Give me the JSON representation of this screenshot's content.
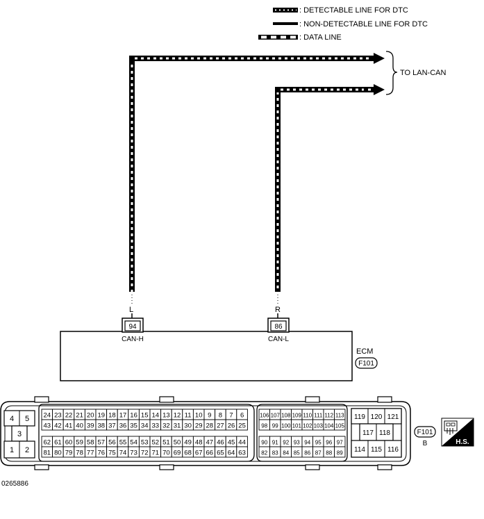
{
  "legend": {
    "detectable_label": ": DETECTABLE LINE FOR DTC",
    "non_detectable_label": ": NON-DETECTABLE LINE FOR DTC",
    "data_line_label": ": DATA LINE"
  },
  "wires": {
    "left_color": "L",
    "right_color": "R",
    "to_lan_can": "TO LAN-CAN"
  },
  "ecm": {
    "title": "ECM",
    "connector_id": "F101",
    "pin_left": "94",
    "pin_left_name": "CAN-H",
    "pin_right": "86",
    "pin_right_name": "CAN-L"
  },
  "connector_face": {
    "group_a": {
      "row1": [
        "24",
        "23",
        "22",
        "21",
        "20",
        "19",
        "18",
        "17",
        "16",
        "15",
        "14",
        "13",
        "12",
        "11",
        "10",
        "9",
        "8",
        "7",
        "6"
      ],
      "row2": [
        "43",
        "42",
        "41",
        "40",
        "39",
        "38",
        "37",
        "36",
        "35",
        "34",
        "33",
        "32",
        "31",
        "30",
        "29",
        "28",
        "27",
        "26",
        "25"
      ],
      "row3": [
        "62",
        "61",
        "60",
        "59",
        "58",
        "57",
        "56",
        "55",
        "54",
        "53",
        "52",
        "51",
        "50",
        "49",
        "48",
        "47",
        "46",
        "45",
        "44"
      ],
      "row4": [
        "81",
        "80",
        "79",
        "78",
        "77",
        "76",
        "75",
        "74",
        "73",
        "72",
        "71",
        "70",
        "69",
        "68",
        "67",
        "66",
        "65",
        "64",
        "63"
      ]
    },
    "group_b": {
      "row1": [
        "106",
        "107",
        "108",
        "109",
        "110",
        "111",
        "112",
        "113"
      ],
      "row2": [
        "98",
        "99",
        "100",
        "101",
        "102",
        "103",
        "104",
        "105"
      ],
      "row3": [
        "90",
        "91",
        "92",
        "93",
        "94",
        "95",
        "96",
        "97"
      ],
      "row4": [
        "82",
        "83",
        "84",
        "85",
        "86",
        "87",
        "88",
        "89"
      ]
    },
    "left_block": {
      "top": [
        "4",
        "5"
      ],
      "middle": "3",
      "bottom": [
        "1",
        "2"
      ]
    },
    "right_block": {
      "top": [
        "119",
        "120",
        "121"
      ],
      "middle": [
        "117",
        "118"
      ],
      "bottom": [
        "114",
        "115",
        "116"
      ]
    },
    "connector_id": "F101",
    "color_code": "B",
    "hs_badge": "H.S."
  },
  "figure_id": "0265886"
}
